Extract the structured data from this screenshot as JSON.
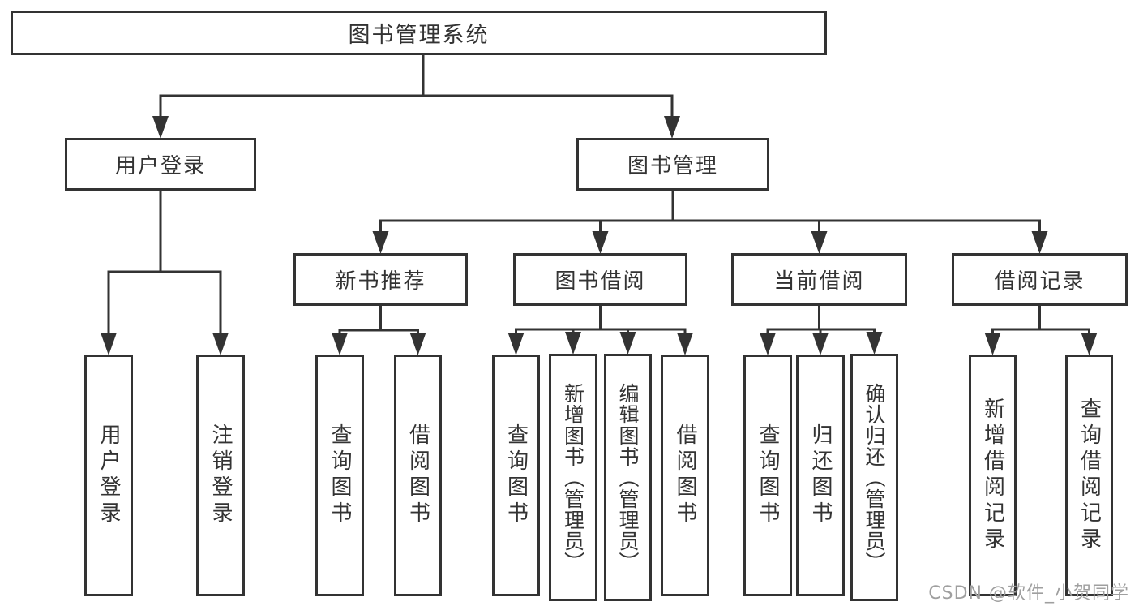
{
  "colors": {
    "line": "#333333",
    "text": "#333333",
    "background": "#ffffff",
    "watermark": "#9f9f9f"
  },
  "watermark": {
    "text": "CSDN @软件_小贺同学"
  },
  "tree": {
    "root": {
      "label": "图书管理系统"
    },
    "children": [
      {
        "label": "用户登录",
        "children": [
          {
            "label": "用户登录"
          },
          {
            "label": "注销登录"
          }
        ]
      },
      {
        "label": "图书管理",
        "children": [
          {
            "label": "新书推荐",
            "children": [
              {
                "label": "查询图书"
              },
              {
                "label": "借阅图书"
              }
            ]
          },
          {
            "label": "图书借阅",
            "children": [
              {
                "label": "查询图书"
              },
              {
                "label": "新增图书（管理员）"
              },
              {
                "label": "编辑图书（管理员）"
              },
              {
                "label": "借阅图书"
              }
            ]
          },
          {
            "label": "当前借阅",
            "children": [
              {
                "label": "查询图书"
              },
              {
                "label": "归还图书"
              },
              {
                "label": "确认归还（管理员）"
              }
            ]
          },
          {
            "label": "借阅记录",
            "children": [
              {
                "label": "新增借阅记录"
              },
              {
                "label": "查询借阅记录"
              }
            ]
          }
        ]
      }
    ]
  }
}
